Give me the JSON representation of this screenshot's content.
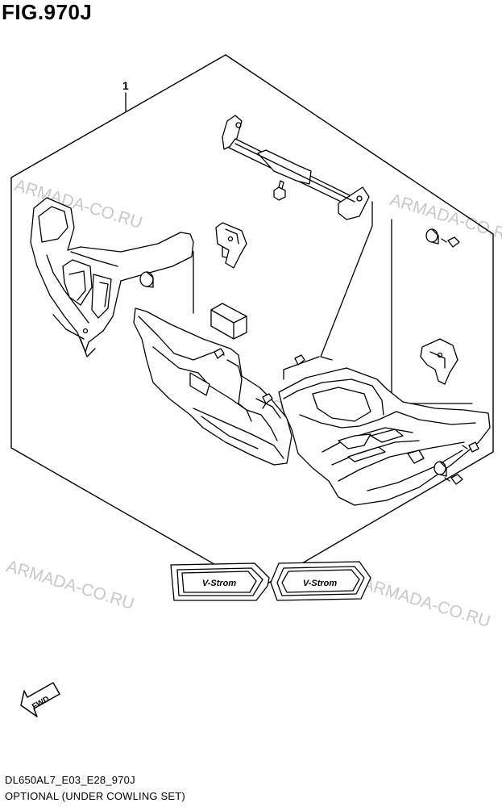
{
  "figure": {
    "title": "FIG.970J",
    "callout_number": "1"
  },
  "watermark": {
    "text": "ARMADA-CO.RU"
  },
  "badge": {
    "text": "V-Strom"
  },
  "direction_arrow": {
    "text": "FWD"
  },
  "footer": {
    "model_code": "DL650AL7_E03_E28_970J",
    "description": "OPTIONAL (UNDER COWLING SET)"
  },
  "icons": [
    "fwd-arrow-icon"
  ]
}
